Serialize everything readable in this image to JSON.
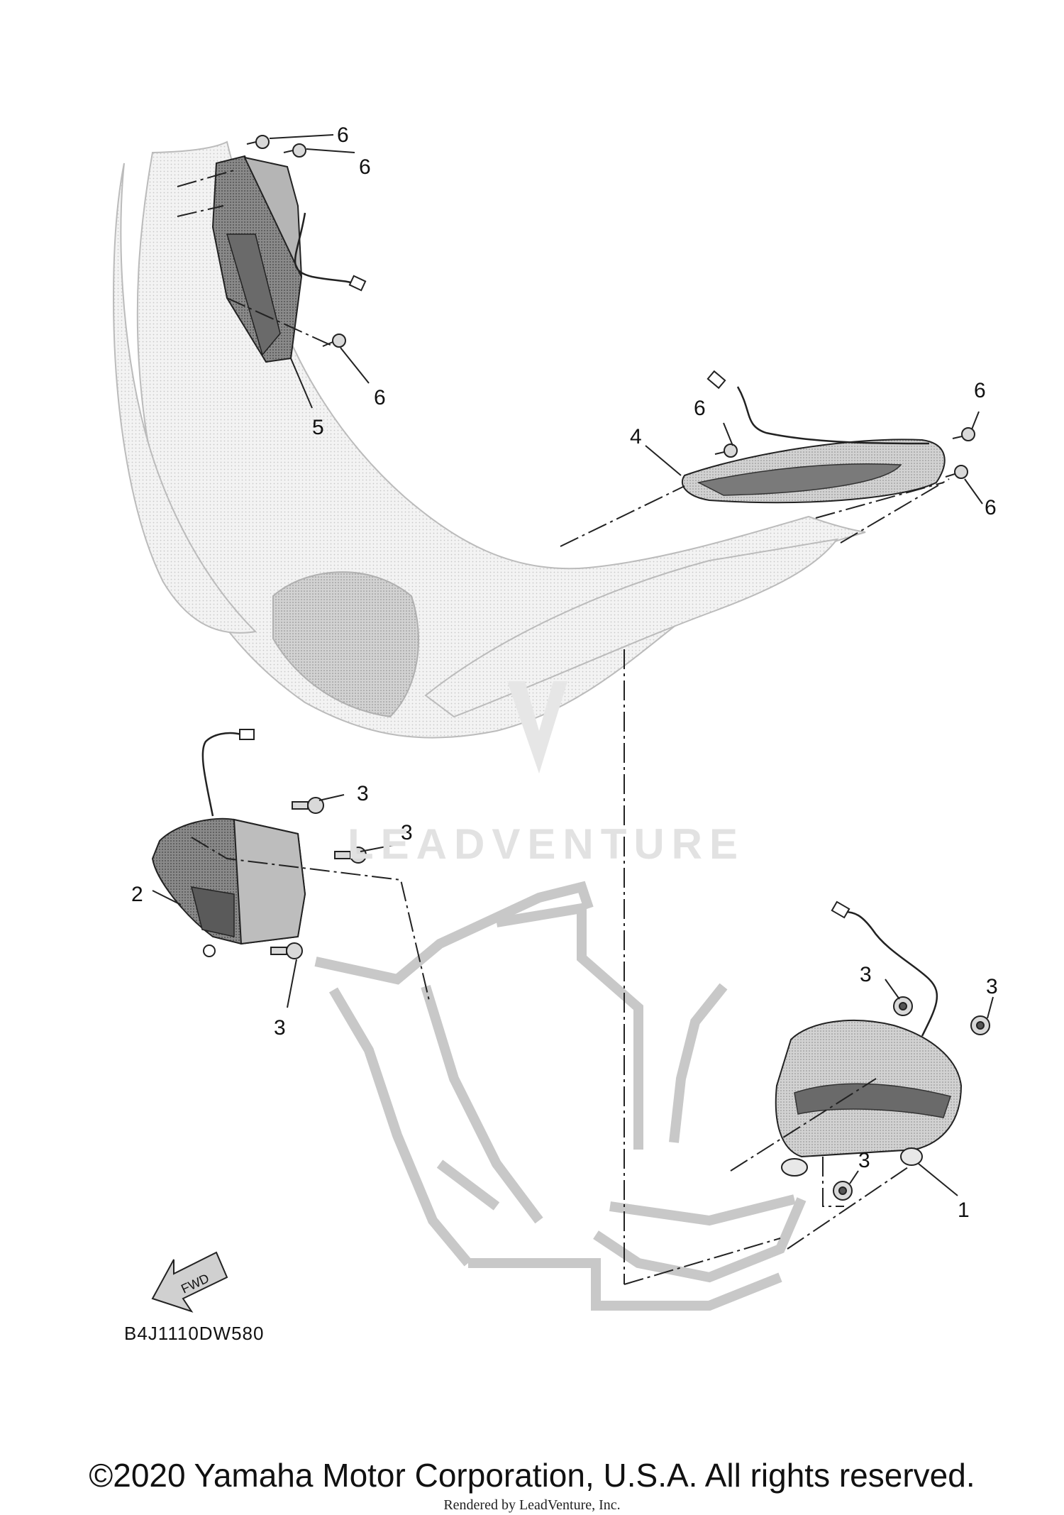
{
  "diagram": {
    "part_code": "B4J1110DW580",
    "fwd_label": "FWD",
    "watermark": "LEADVENTURE",
    "callouts": {
      "c1": "1",
      "c2": "2",
      "c3a": "3",
      "c3b": "3",
      "c3c": "3",
      "c3d": "3",
      "c3e": "3",
      "c3f": "3",
      "c4": "4",
      "c5": "5",
      "c6a": "6",
      "c6b": "6",
      "c6c": "6",
      "c6d": "6",
      "c6e": "6",
      "c6f": "6"
    }
  },
  "footer": {
    "copyright": "©2020 Yamaha Motor Corporation, U.S.A. All rights reserved.",
    "rendered_by": "Rendered by LeadVenture, Inc."
  }
}
